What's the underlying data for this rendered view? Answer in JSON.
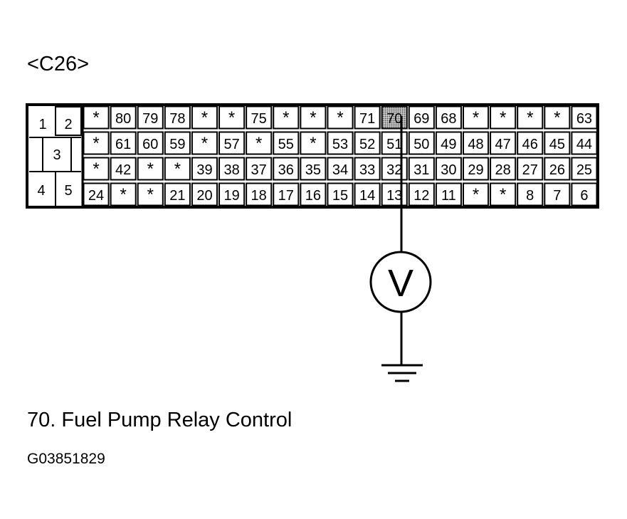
{
  "connector_label": "<C26>",
  "caption": "70. Fuel Pump Relay Control",
  "figure_id": "G03851829",
  "highlighted_pin": "70",
  "meter_symbol": "V",
  "left_block": {
    "pins": [
      "1",
      "2",
      "3",
      "4",
      "5"
    ]
  },
  "rows": [
    [
      "*",
      "80",
      "79",
      "78",
      "*",
      "*",
      "75",
      "*",
      "*",
      "*",
      "71",
      "70",
      "69",
      "68",
      "*",
      "*",
      "*",
      "*",
      "63"
    ],
    [
      "*",
      "61",
      "60",
      "59",
      "*",
      "57",
      "*",
      "55",
      "*",
      "53",
      "52",
      "51",
      "50",
      "49",
      "48",
      "47",
      "46",
      "45",
      "44"
    ],
    [
      "*",
      "42",
      "*",
      "*",
      "39",
      "38",
      "37",
      "36",
      "35",
      "34",
      "33",
      "32",
      "31",
      "30",
      "29",
      "28",
      "27",
      "26",
      "25"
    ],
    [
      "24",
      "*",
      "*",
      "21",
      "20",
      "19",
      "18",
      "17",
      "16",
      "15",
      "14",
      "13",
      "12",
      "11",
      "*",
      "*",
      "8",
      "7",
      "6"
    ]
  ],
  "colors": {
    "line": "#000000",
    "highlight": "#9a9a9a",
    "background": "#ffffff"
  }
}
